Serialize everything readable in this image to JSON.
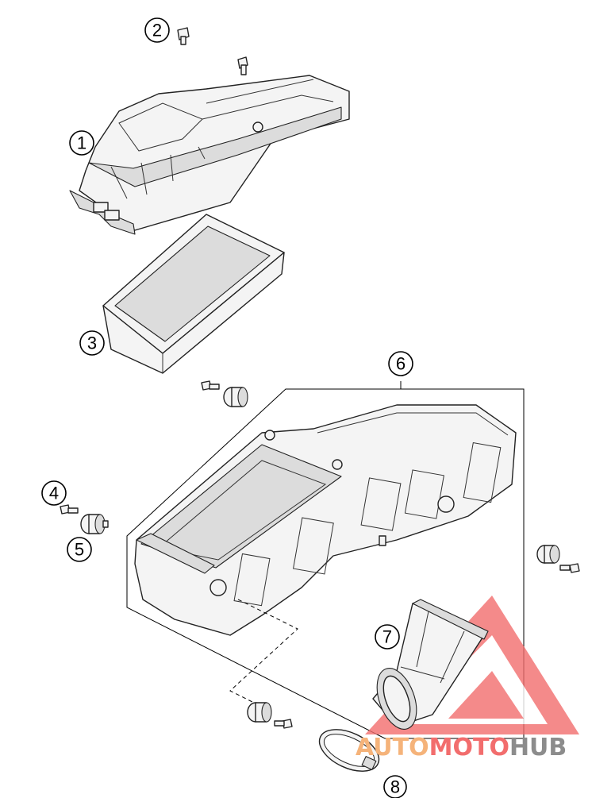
{
  "callouts": [
    {
      "id": "1",
      "label": "1"
    },
    {
      "id": "2",
      "label": "2"
    },
    {
      "id": "3",
      "label": "3"
    },
    {
      "id": "4",
      "label": "4"
    },
    {
      "id": "5",
      "label": "5"
    },
    {
      "id": "6",
      "label": "6"
    },
    {
      "id": "7",
      "label": "7"
    },
    {
      "id": "8",
      "label": "8"
    }
  ],
  "watermark": {
    "part1": "AUTO",
    "part2": "MOTO",
    "part3": "HUB",
    "colors": {
      "orange": "#f5b37a",
      "red": "#f26d6d",
      "gray": "#8c8c8c"
    }
  }
}
